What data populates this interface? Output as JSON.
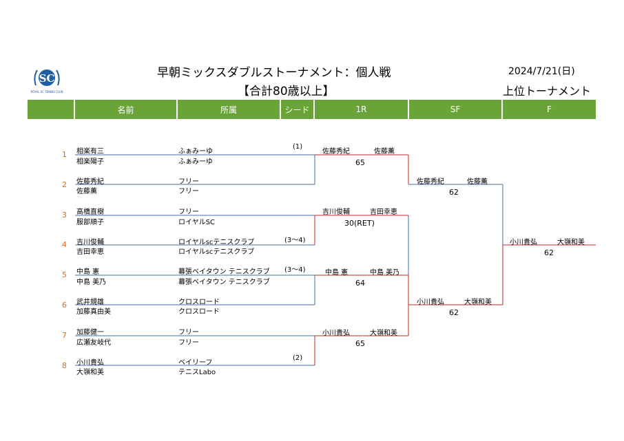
{
  "title": "早朝ミックスダブルストーナメント：個人戦",
  "subtitle": "【合計80歳以上】",
  "date": "2024/7/21(日)",
  "bracket_label": "上位トーナメント",
  "logo": {
    "letters": "SC",
    "caption": "ROYAL SC TENNIS CLUB"
  },
  "headers": [
    "名前",
    "所属",
    "シード",
    "1R",
    "SF",
    "F"
  ],
  "entries": [
    {
      "num": "1",
      "p1": "相楽有三",
      "p2": "相楽陽子",
      "c1": "ふぁみーゆ",
      "c2": "ふぁみーゆ",
      "seed": "(1)"
    },
    {
      "num": "2",
      "p1": "佐藤秀紀",
      "p2": "佐藤薫",
      "c1": "フリー",
      "c2": "フリー",
      "seed": ""
    },
    {
      "num": "3",
      "p1": "高橋直樹",
      "p2": "服部順子",
      "c1": "フリー",
      "c2": "ロイヤルSC",
      "seed": ""
    },
    {
      "num": "4",
      "p1": "吉川俊輔",
      "p2": "吉田幸恵",
      "c1": "ロイヤルscテニスクラブ",
      "c2": "ロイヤルscテニスクラブ",
      "seed": "(3～4)"
    },
    {
      "num": "5",
      "p1": "中島 憲",
      "p2": "中島 美乃",
      "c1": "幕張ベイタウン テニスクラブ",
      "c2": "幕張ベイタウン テニスクラブ",
      "seed": "(3～4)"
    },
    {
      "num": "6",
      "p1": "武井規雄",
      "p2": "加藤真由美",
      "c1": "クロスロード",
      "c2": "クロスロード",
      "seed": ""
    },
    {
      "num": "7",
      "p1": "加藤健一",
      "p2": "広瀬友岐代",
      "c1": "フリー",
      "c2": "フリー",
      "seed": ""
    },
    {
      "num": "8",
      "p1": "小川貴弘",
      "p2": "大嶺和美",
      "c1": "ベイリーフ",
      "c2": "テニスLabo",
      "seed": "(2)"
    }
  ],
  "r1": [
    {
      "a": "佐藤秀紀",
      "b": "佐藤薫",
      "score": "65"
    },
    {
      "a": "吉川俊輔",
      "b": "吉田幸恵",
      "score": "30(RET)"
    },
    {
      "a": "中島 憲",
      "b": "中島 美乃",
      "score": "64"
    },
    {
      "a": "小川貴弘",
      "b": "大嶺和美",
      "score": "65"
    }
  ],
  "sf": [
    {
      "a": "佐藤秀紀",
      "b": "佐藤薫",
      "score": "62"
    },
    {
      "a": "小川貴弘",
      "b": "大嶺和美",
      "score": "62"
    }
  ],
  "final": {
    "a": "小川貴弘",
    "b": "大嶺和美",
    "score": "62"
  },
  "colors": {
    "header": "#6aa438",
    "number": "#e06c1a",
    "line_blue": "#4a6fa5",
    "line_red": "#c62828",
    "logo": "#1f5fa8"
  }
}
